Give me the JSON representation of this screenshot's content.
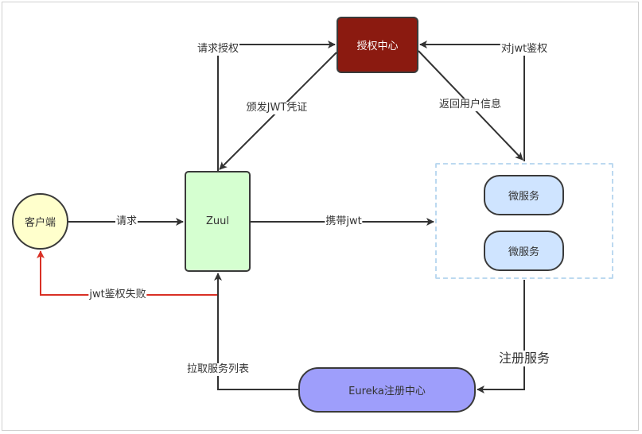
{
  "nodes": {
    "auth_center": "授权中心",
    "zuul": "Zuul",
    "client": "客户端",
    "microservice_1": "微服务",
    "microservice_2": "微服务",
    "eureka": "Eureka注册中心"
  },
  "edges": {
    "request_auth": "请求授权",
    "issue_jwt": "颁发JWT凭证",
    "verify_jwt": "对jwt鉴权",
    "return_user_info": "返回用户信息",
    "request": "请求",
    "carry_jwt": "携带jwt",
    "jwt_auth_failed": "jwt鉴权失败",
    "pull_service_list": "拉取服务列表",
    "register_service": "注册服务"
  },
  "colors": {
    "auth_fill": "#8b1a10",
    "zuul_fill": "#d5ffd0",
    "client_fill": "#ffffcc",
    "microservice_fill": "#cfe4ff",
    "eureka_fill": "#9e9efb",
    "group_border": "#bcd9f0",
    "failure_line": "#d93025",
    "line": "#333333"
  }
}
